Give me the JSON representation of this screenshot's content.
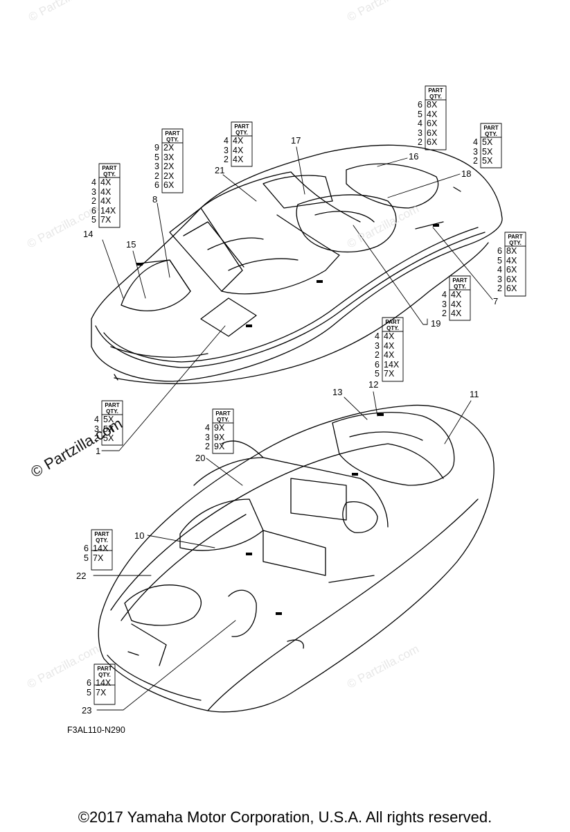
{
  "figure_code": "F3AL110-N290",
  "copyright": "©2017  Yamaha Motor Corporation, U.S.A. All rights reserved.",
  "watermark": {
    "text": "© Partzilla.com",
    "faint_text": "© Partzilla.com"
  },
  "qty_header": {
    "line1": "PART",
    "line2": "QTY."
  },
  "qty_tables": [
    {
      "id": "t1",
      "rows": [
        {
          "n": "4",
          "v": "4X"
        },
        {
          "n": "3",
          "v": "4X"
        },
        {
          "n": "2",
          "v": "4X"
        },
        {
          "n": "6",
          "v": "14X"
        },
        {
          "n": "5",
          "v": "7X"
        }
      ]
    },
    {
      "id": "t2",
      "rows": [
        {
          "n": "9",
          "v": "2X"
        },
        {
          "n": "5",
          "v": "3X"
        },
        {
          "n": "3",
          "v": "2X"
        },
        {
          "n": "2",
          "v": "2X"
        },
        {
          "n": "6",
          "v": "6X"
        }
      ]
    },
    {
      "id": "t3",
      "rows": [
        {
          "n": "4",
          "v": "4X"
        },
        {
          "n": "3",
          "v": "4X"
        },
        {
          "n": "2",
          "v": "4X"
        }
      ]
    },
    {
      "id": "t4",
      "rows": [
        {
          "n": "6",
          "v": "8X"
        },
        {
          "n": "5",
          "v": "4X"
        },
        {
          "n": "4",
          "v": "6X"
        },
        {
          "n": "3",
          "v": "6X"
        },
        {
          "n": "2",
          "v": "6X"
        }
      ]
    },
    {
      "id": "t5",
      "rows": [
        {
          "n": "4",
          "v": "5X"
        },
        {
          "n": "3",
          "v": "5X"
        },
        {
          "n": "2",
          "v": "5X"
        }
      ]
    },
    {
      "id": "t6",
      "rows": [
        {
          "n": "6",
          "v": "8X"
        },
        {
          "n": "5",
          "v": "4X"
        },
        {
          "n": "4",
          "v": "6X"
        },
        {
          "n": "3",
          "v": "6X"
        },
        {
          "n": "2",
          "v": "6X"
        }
      ]
    },
    {
      "id": "t7",
      "rows": [
        {
          "n": "4",
          "v": "4X"
        },
        {
          "n": "3",
          "v": "4X"
        },
        {
          "n": "2",
          "v": "4X"
        }
      ]
    },
    {
      "id": "t8",
      "rows": [
        {
          "n": "4",
          "v": "4X"
        },
        {
          "n": "3",
          "v": "4X"
        },
        {
          "n": "2",
          "v": "4X"
        },
        {
          "n": "6",
          "v": "14X"
        },
        {
          "n": "5",
          "v": "7X"
        }
      ]
    },
    {
      "id": "t9",
      "rows": [
        {
          "n": "4",
          "v": "5X"
        },
        {
          "n": "3",
          "v": "5X"
        },
        {
          "n": "2",
          "v": "5X"
        }
      ]
    },
    {
      "id": "t10",
      "rows": [
        {
          "n": "4",
          "v": "9X"
        },
        {
          "n": "3",
          "v": "9X"
        },
        {
          "n": "2",
          "v": "9X"
        }
      ]
    },
    {
      "id": "t11",
      "rows": [
        {
          "n": "6",
          "v": "14X"
        },
        {
          "n": "5",
          "v": "7X"
        }
      ]
    },
    {
      "id": "t12",
      "rows": [
        {
          "n": "6",
          "v": "14X"
        },
        {
          "n": "5",
          "v": "7X"
        }
      ]
    }
  ],
  "callouts": [
    "1",
    "7",
    "8",
    "10",
    "11",
    "12",
    "13",
    "14",
    "15",
    "16",
    "17",
    "18",
    "19",
    "20",
    "21",
    "22",
    "23"
  ]
}
